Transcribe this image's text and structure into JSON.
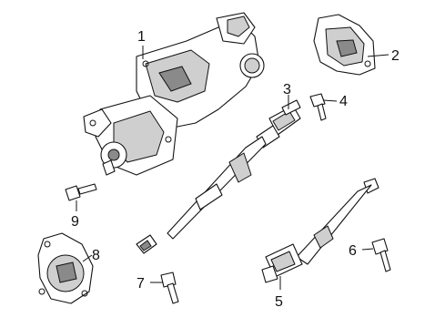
{
  "callouts": [
    "1",
    "2",
    "3",
    "4",
    "5",
    "6",
    "7",
    "8",
    "9"
  ],
  "colors": {
    "line": "#111111",
    "shade": "#cfcfcf",
    "dark": "#8a8a8a",
    "background": "#ffffff"
  }
}
